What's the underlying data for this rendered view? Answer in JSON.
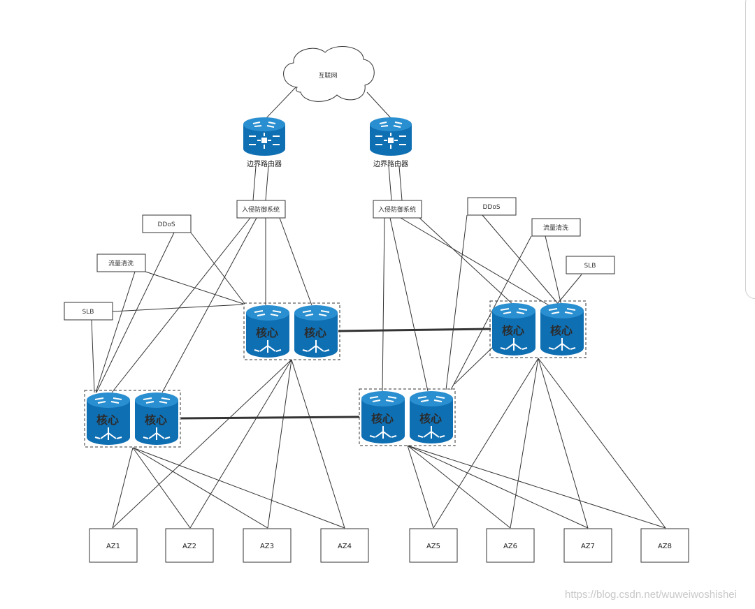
{
  "cloud": {
    "label": "互联网"
  },
  "edge_routers": [
    {
      "label": "边界路由器"
    },
    {
      "label": "边界路由器"
    }
  ],
  "ips": [
    {
      "label": "入侵防御系统"
    },
    {
      "label": "入侵防御系统"
    }
  ],
  "services_left": {
    "ddos": "DDoS",
    "traffic": "流量清洗",
    "slb": "SLB"
  },
  "services_right": {
    "ddos": "DDoS",
    "traffic": "流量清洗",
    "slb": "SLB"
  },
  "core_label": "核心",
  "az": [
    "AZ1",
    "AZ2",
    "AZ3",
    "AZ4",
    "AZ5",
    "AZ6",
    "AZ7",
    "AZ8"
  ],
  "watermark": "https://blog.csdn.net/wuweiwoshishei",
  "colors": {
    "device_blue": "#0f6fb3",
    "device_top": "#2a8fd0",
    "line": "#333333"
  }
}
